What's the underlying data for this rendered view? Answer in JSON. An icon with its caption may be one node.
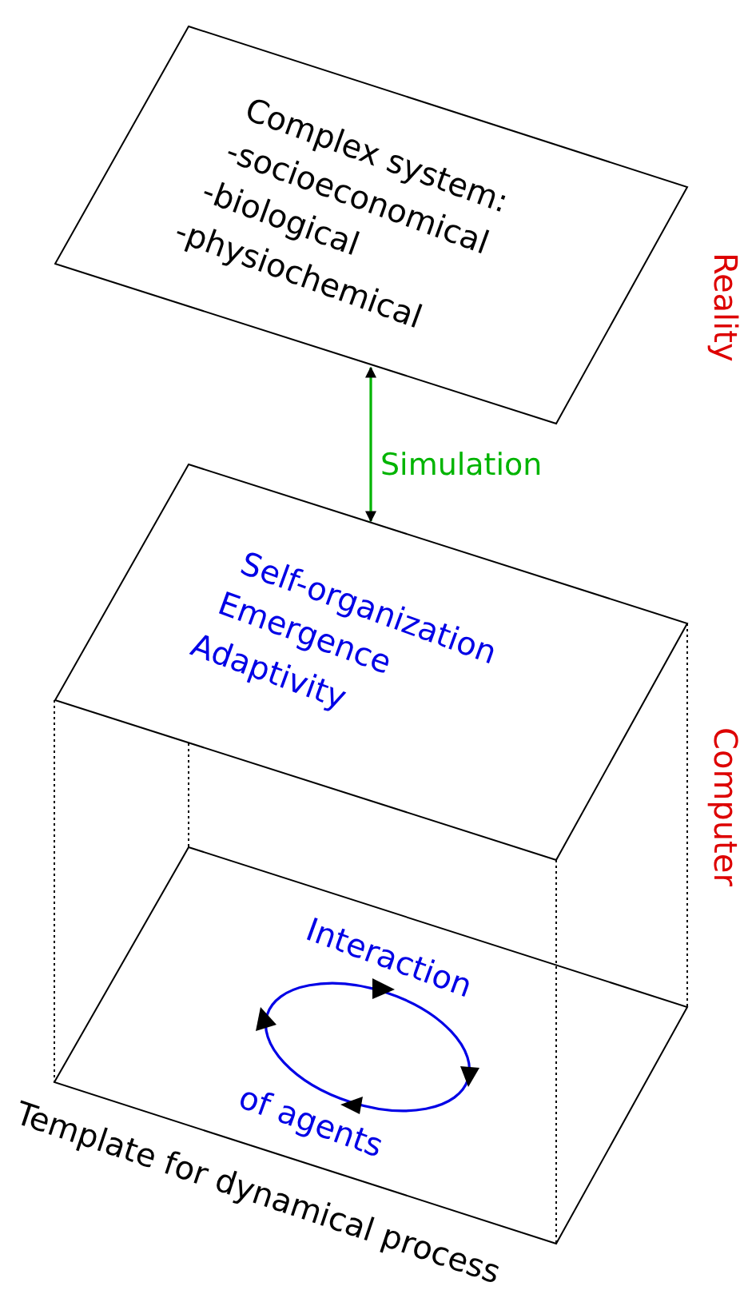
{
  "diagram": {
    "nodes": [
      {
        "text": [
          "Complex system:",
          "-socioeconomical",
          "-biological",
          "-physiochemical"
        ]
      },
      {
        "text": [
          "Self-organization",
          "Emergence",
          "Adaptivity"
        ]
      },
      {
        "text": [
          "Template for dynamical process"
        ]
      }
    ],
    "edges": [
      {
        "from": 0,
        "to": 1,
        "arrow": "both",
        "label": "Simulation",
        "color": "#00b400"
      }
    ],
    "labels": [
      "Reality",
      "Computer",
      "Interaction",
      "of agents"
    ]
  }
}
